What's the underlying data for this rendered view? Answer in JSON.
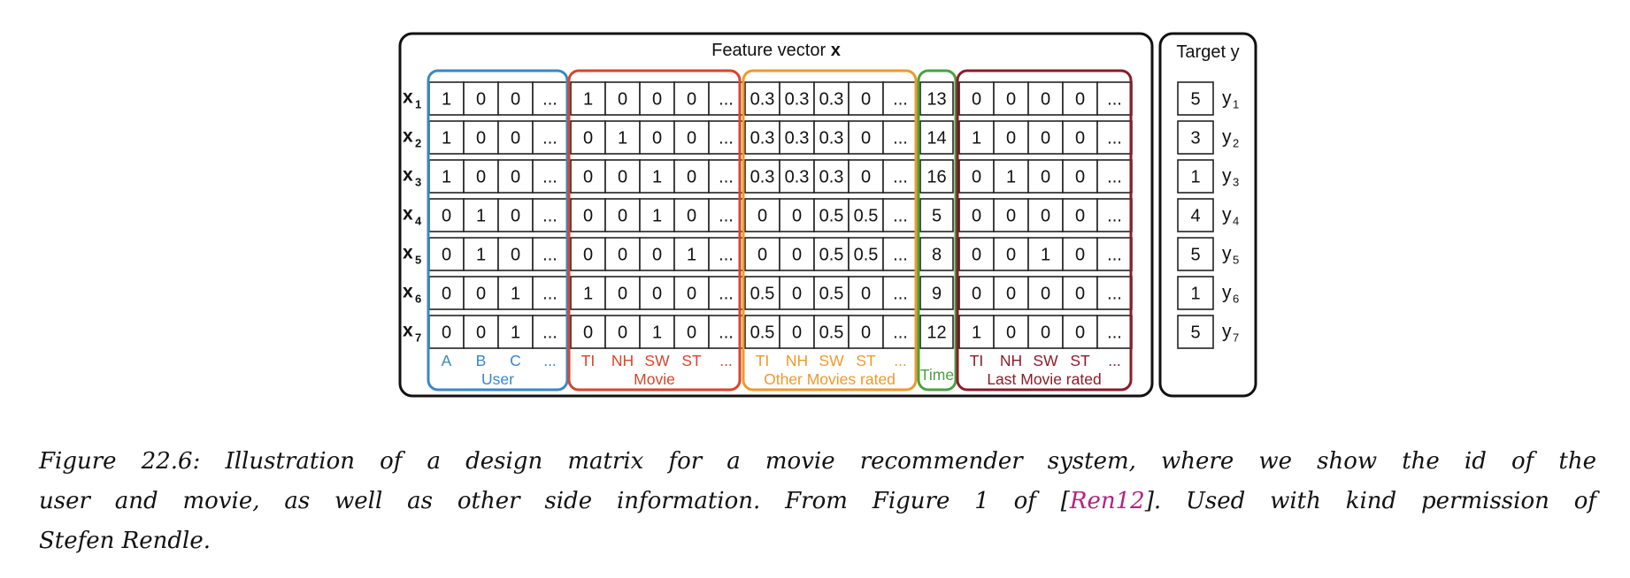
{
  "diagram": {
    "feature_title_text": "Feature vector ",
    "feature_title_bold": "x",
    "target_title": "Target y",
    "row_letter": "x",
    "target_letter": "y",
    "row_subscripts": [
      "1",
      "2",
      "3",
      "4",
      "5",
      "6",
      "7"
    ],
    "groups": [
      {
        "name": "User",
        "color": "#3a87c8",
        "headers": [
          "A",
          "B",
          "C",
          "..."
        ]
      },
      {
        "name": "Movie",
        "color": "#d9452b",
        "headers": [
          "TI",
          "NH",
          "SW",
          "ST",
          "..."
        ]
      },
      {
        "name": "Other Movies rated",
        "color": "#ee9a2c",
        "headers": [
          "TI",
          "NH",
          "SW",
          "ST",
          "..."
        ]
      },
      {
        "name": "Time",
        "color": "#4aa140",
        "headers": []
      },
      {
        "name": "Last Movie rated",
        "color": "#8a1c2c",
        "headers": [
          "TI",
          "NH",
          "SW",
          "ST",
          "..."
        ]
      }
    ],
    "rows": [
      [
        [
          "1",
          "0",
          "0",
          "..."
        ],
        [
          "1",
          "0",
          "0",
          "0",
          "..."
        ],
        [
          "0.3",
          "0.3",
          "0.3",
          "0",
          "..."
        ],
        [
          "13"
        ],
        [
          "0",
          "0",
          "0",
          "0",
          "..."
        ]
      ],
      [
        [
          "1",
          "0",
          "0",
          "..."
        ],
        [
          "0",
          "1",
          "0",
          "0",
          "..."
        ],
        [
          "0.3",
          "0.3",
          "0.3",
          "0",
          "..."
        ],
        [
          "14"
        ],
        [
          "1",
          "0",
          "0",
          "0",
          "..."
        ]
      ],
      [
        [
          "1",
          "0",
          "0",
          "..."
        ],
        [
          "0",
          "0",
          "1",
          "0",
          "..."
        ],
        [
          "0.3",
          "0.3",
          "0.3",
          "0",
          "..."
        ],
        [
          "16"
        ],
        [
          "0",
          "1",
          "0",
          "0",
          "..."
        ]
      ],
      [
        [
          "0",
          "1",
          "0",
          "..."
        ],
        [
          "0",
          "0",
          "1",
          "0",
          "..."
        ],
        [
          "0",
          "0",
          "0.5",
          "0.5",
          "..."
        ],
        [
          "5"
        ],
        [
          "0",
          "0",
          "0",
          "0",
          "..."
        ]
      ],
      [
        [
          "0",
          "1",
          "0",
          "..."
        ],
        [
          "0",
          "0",
          "0",
          "1",
          "..."
        ],
        [
          "0",
          "0",
          "0.5",
          "0.5",
          "..."
        ],
        [
          "8"
        ],
        [
          "0",
          "0",
          "1",
          "0",
          "..."
        ]
      ],
      [
        [
          "0",
          "0",
          "1",
          "..."
        ],
        [
          "1",
          "0",
          "0",
          "0",
          "..."
        ],
        [
          "0.5",
          "0",
          "0.5",
          "0",
          "..."
        ],
        [
          "9"
        ],
        [
          "0",
          "0",
          "0",
          "0",
          "..."
        ]
      ],
      [
        [
          "0",
          "0",
          "1",
          "..."
        ],
        [
          "0",
          "0",
          "1",
          "0",
          "..."
        ],
        [
          "0.5",
          "0",
          "0.5",
          "0",
          "..."
        ],
        [
          "12"
        ],
        [
          "1",
          "0",
          "0",
          "0",
          "..."
        ]
      ]
    ],
    "targets": [
      "5",
      "3",
      "1",
      "4",
      "5",
      "1",
      "5"
    ]
  },
  "caption": {
    "line1": "Figure 22.6: Illustration of a design matrix for a movie recommender system, where we show the id of the",
    "line2_before": "user and movie, as well as other side information. From Figure 1 of [",
    "citation": "Ren12",
    "line2_after": "]. Used with kind permission of",
    "line3": "Stefen Rendle."
  }
}
